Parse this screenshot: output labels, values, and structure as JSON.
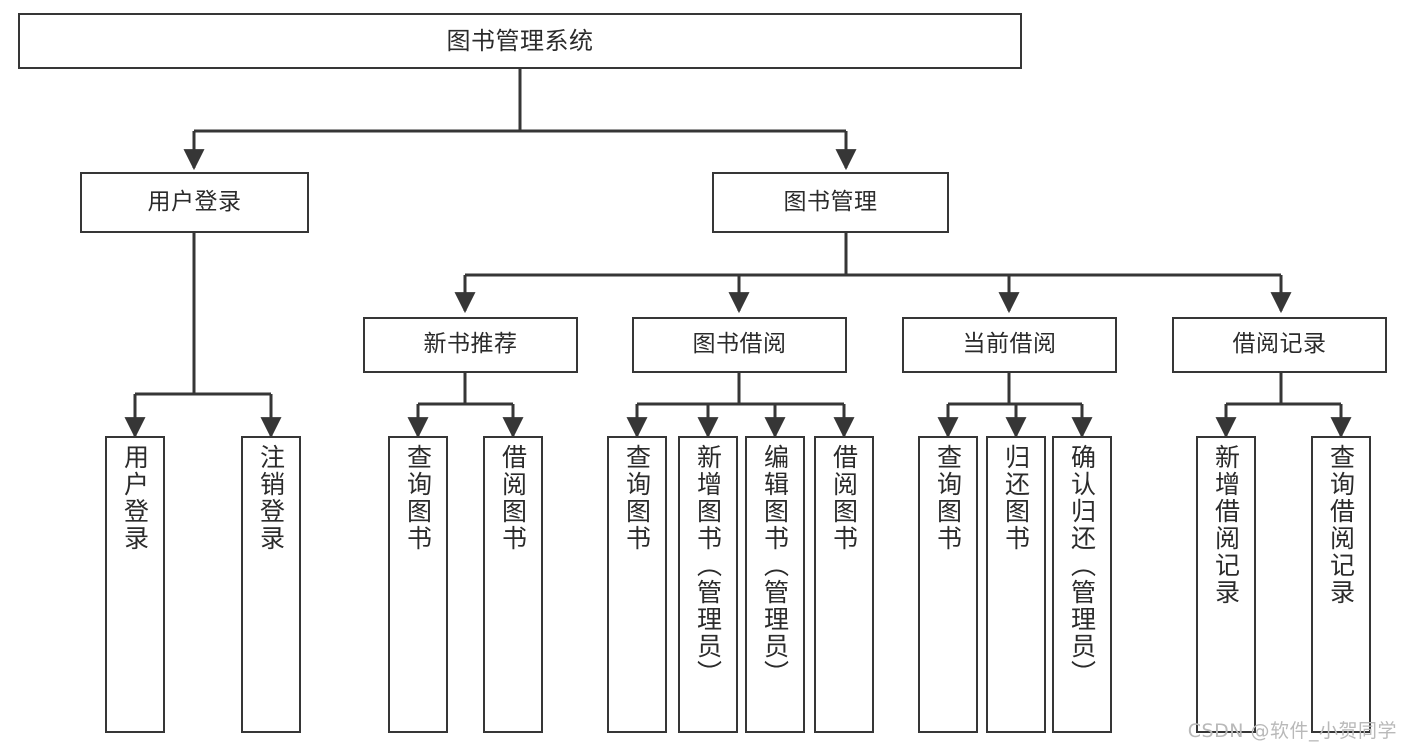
{
  "diagram": {
    "type": "tree",
    "title": "图书管理系统",
    "watermark": "CSDN @软件_小贺同学",
    "nodes": {
      "root": {
        "label": "图书管理系统",
        "level": 1
      },
      "user_login": {
        "label": "用户登录",
        "level": 2
      },
      "book_manage": {
        "label": "图书管理",
        "level": 2
      },
      "new_book_rec": {
        "label": "新书推荐",
        "level": 3
      },
      "book_borrow": {
        "label": "图书借阅",
        "level": 3
      },
      "current_borrow": {
        "label": "当前借阅",
        "level": 3
      },
      "borrow_record": {
        "label": "借阅记录",
        "level": 3
      },
      "leaf_user_login": {
        "label": "用户登录",
        "level": 4
      },
      "leaf_logout": {
        "label": "注销登录",
        "level": 4
      },
      "leaf_query_bk_1": {
        "label": "查询图书",
        "level": 4
      },
      "leaf_borrow_bk_1": {
        "label": "借阅图书",
        "level": 4
      },
      "leaf_query_bk_2": {
        "label": "查询图书",
        "level": 4
      },
      "leaf_add_book": {
        "label": "新增图书（管理员）",
        "level": 4
      },
      "leaf_edit_book": {
        "label": "编辑图书（管理员）",
        "level": 4
      },
      "leaf_borrow_bk_2": {
        "label": "借阅图书",
        "level": 4
      },
      "leaf_query_bk_3": {
        "label": "查询图书",
        "level": 4
      },
      "leaf_return_bk": {
        "label": "归还图书",
        "level": 4
      },
      "leaf_confirm_rt": {
        "label": "确认归还（管理员）",
        "level": 4
      },
      "leaf_add_rec": {
        "label": "新增借阅记录",
        "level": 4
      },
      "leaf_query_rec": {
        "label": "查询借阅记录",
        "level": 4
      }
    },
    "edges": [
      {
        "from": "root",
        "to": "user_login"
      },
      {
        "from": "root",
        "to": "book_manage"
      },
      {
        "from": "user_login",
        "to": "leaf_user_login"
      },
      {
        "from": "user_login",
        "to": "leaf_logout"
      },
      {
        "from": "book_manage",
        "to": "new_book_rec"
      },
      {
        "from": "book_manage",
        "to": "book_borrow"
      },
      {
        "from": "book_manage",
        "to": "current_borrow"
      },
      {
        "from": "book_manage",
        "to": "borrow_record"
      },
      {
        "from": "new_book_rec",
        "to": "leaf_query_bk_1"
      },
      {
        "from": "new_book_rec",
        "to": "leaf_borrow_bk_1"
      },
      {
        "from": "book_borrow",
        "to": "leaf_query_bk_2"
      },
      {
        "from": "book_borrow",
        "to": "leaf_add_book"
      },
      {
        "from": "book_borrow",
        "to": "leaf_edit_book"
      },
      {
        "from": "book_borrow",
        "to": "leaf_borrow_bk_2"
      },
      {
        "from": "current_borrow",
        "to": "leaf_query_bk_3"
      },
      {
        "from": "current_borrow",
        "to": "leaf_return_bk"
      },
      {
        "from": "current_borrow",
        "to": "leaf_confirm_rt"
      },
      {
        "from": "borrow_record",
        "to": "leaf_add_rec"
      },
      {
        "from": "borrow_record",
        "to": "leaf_query_rec"
      }
    ],
    "colors": {
      "background": "#ffffff",
      "node_fill": "#ffffff",
      "node_stroke": "#363636",
      "edge_stroke": "#363636",
      "text": "#2b2b2b",
      "watermark": "#b9b9b9"
    }
  }
}
